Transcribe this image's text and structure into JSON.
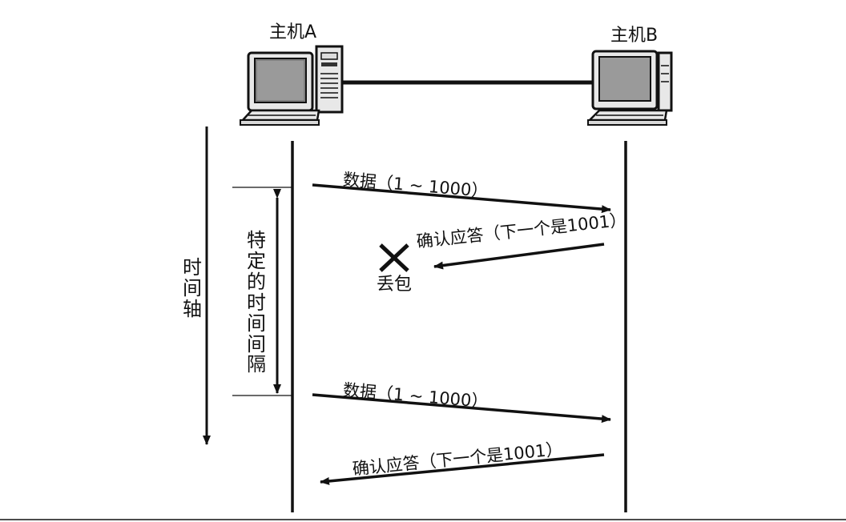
{
  "hosts": {
    "a": {
      "label": "主机A"
    },
    "b": {
      "label": "主机B"
    }
  },
  "time_axis": {
    "label": "时间轴"
  },
  "interval": {
    "label": "特定的时间间隔"
  },
  "messages": [
    {
      "label": "数据（1 ~ 1000）",
      "direction": "A-to-B"
    },
    {
      "label": "确认应答（下一个是1001）",
      "direction": "B-to-A",
      "lost": true
    },
    {
      "label": "数据（1 ~ 1000）",
      "direction": "A-to-B"
    },
    {
      "label": "确认应答（下一个是1001）",
      "direction": "B-to-A"
    }
  ],
  "loss": {
    "label": "丢包",
    "icon": "x-mark-icon"
  },
  "colors": {
    "ink": "#111111",
    "screen": "#9a9a9a",
    "frame": "#2a2a2a"
  }
}
